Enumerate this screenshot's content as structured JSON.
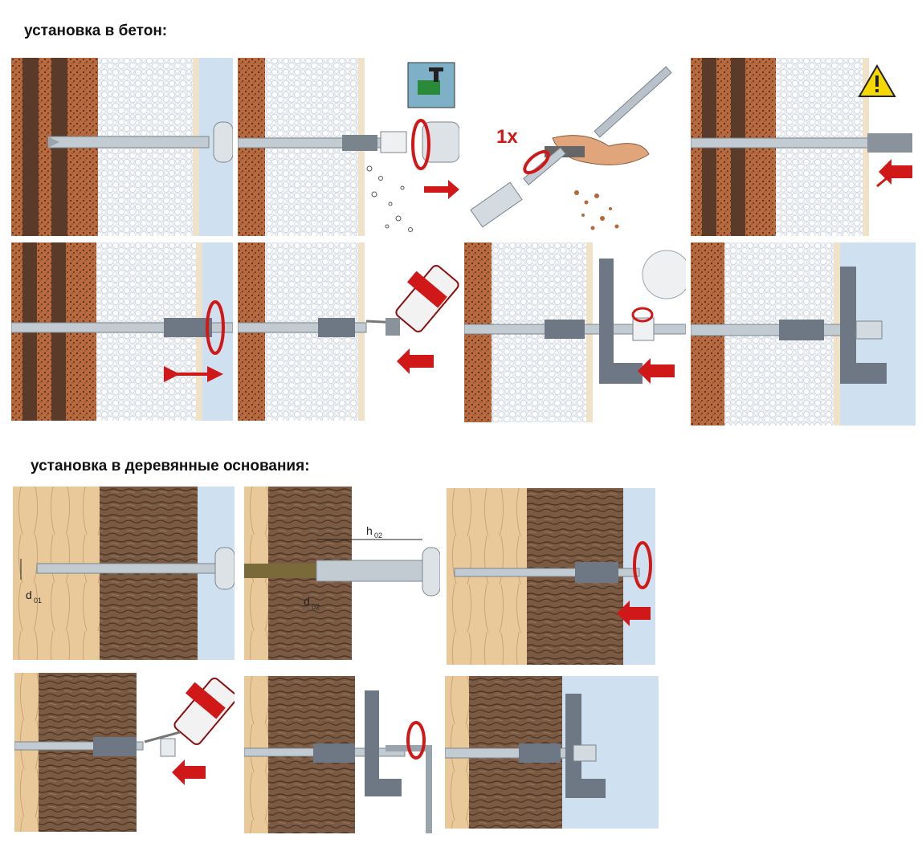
{
  "sections": [
    {
      "title": "установка в бетон:"
    },
    {
      "title": "установка в деревянные основания:"
    }
  ],
  "labels": {
    "once": "1x",
    "h_main": "h",
    "h_sub": "02",
    "d1_main": "d",
    "d1_sub": "01",
    "d2_main": "d",
    "d2_sub": "02"
  },
  "colors": {
    "brick": "#b86a3e",
    "brick_dark": "#5a3a28",
    "insulation": "#e9eef3",
    "render": "#f0e2c8",
    "sky": "#cfe1f0",
    "wood_light": "#e9c99a",
    "wood_dark": "#7a5a42",
    "arrow_red": "#d01818",
    "metal": "#b9c2ca",
    "bracket": "#6e7884"
  },
  "icons": [
    "drill-icon",
    "warning-icon",
    "brush-icon",
    "glue-cartridge-icon",
    "hammer-drill-icon"
  ]
}
